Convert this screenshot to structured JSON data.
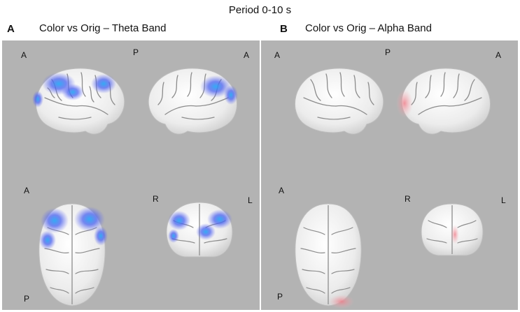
{
  "title": "Period 0-10 s",
  "panels": {
    "a": {
      "letter": "A",
      "title": "Color vs Orig – Theta Band",
      "top_labels": [
        "A",
        "P",
        "A"
      ],
      "bottom_labels": [
        "A",
        "R",
        "L",
        "P"
      ]
    },
    "b": {
      "letter": "B",
      "title": "Color vs Orig – Alpha Band",
      "top_labels": [
        "A",
        "P",
        "A"
      ],
      "bottom_labels": [
        "A",
        "R",
        "L",
        "P"
      ]
    }
  },
  "colors": {
    "background": "#b3b3b3",
    "brain": "#f2f2f2",
    "theta_activation": "#4a62f0",
    "theta_core": "#2aa0f0",
    "alpha_activation": "#f0a0a8"
  }
}
